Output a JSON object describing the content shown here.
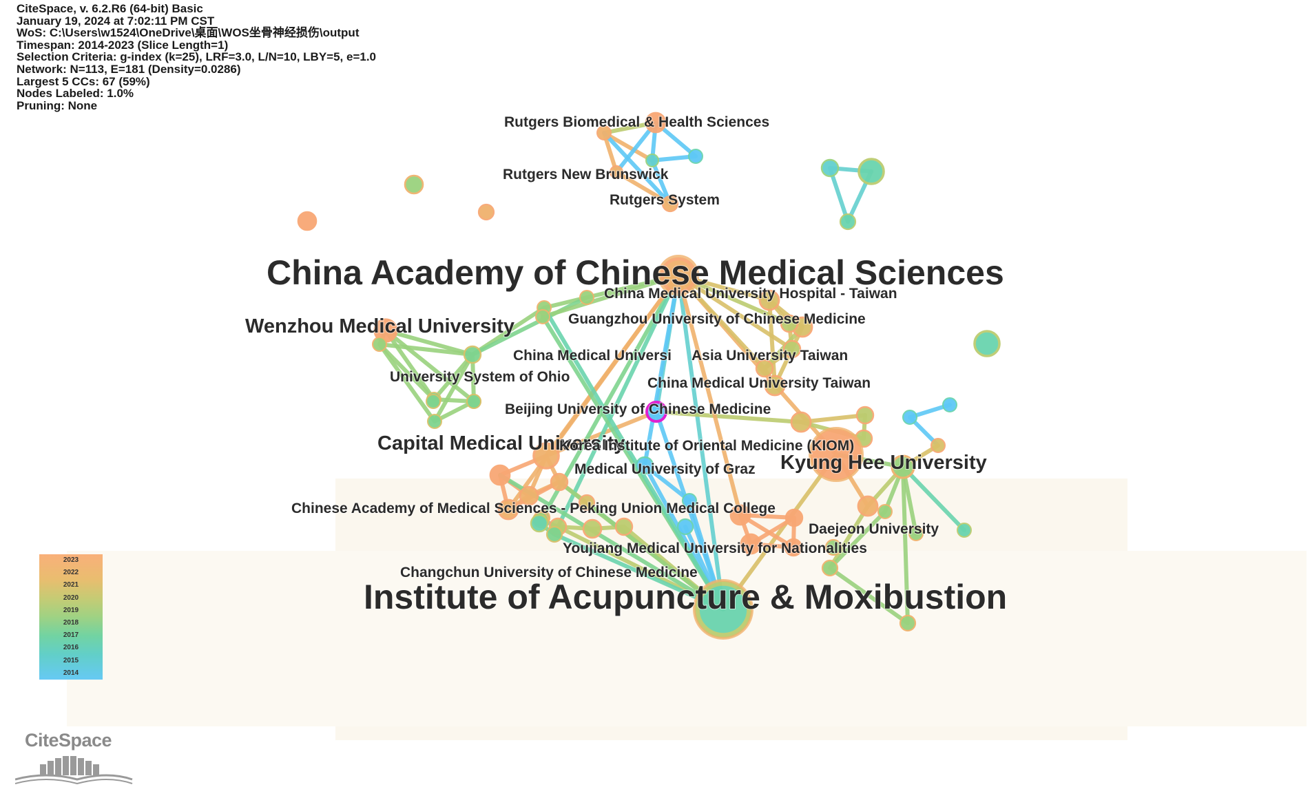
{
  "info_lines": [
    "CiteSpace, v. 6.2.R6 (64-bit) Basic",
    "January 19, 2024 at 7:02:11 PM CST",
    "WoS: C:\\Users\\w1524\\OneDrive\\桌面\\WOS坐骨神经损伤\\output",
    "Timespan: 2014-2023 (Slice Length=1)",
    "Selection Criteria: g-index (k=25), LRF=3.0, L/N=10, LBY=5, e=1.0",
    "Network: N=113, E=181 (Density=0.0286)",
    "Largest 5 CCs: 67 (59%)",
    "Nodes Labeled: 1.0%",
    "Pruning: None"
  ],
  "legend_years": [
    "2023",
    "2022",
    "2021",
    "2020",
    "2019",
    "2018",
    "2017",
    "2016",
    "2015",
    "2014"
  ],
  "year_colors": {
    "2014": "#5ec8f6",
    "2015": "#62ccec",
    "2016": "#64d0cf",
    "2017": "#6ad4ae",
    "2018": "#7fd48f",
    "2019": "#9ad27e",
    "2020": "#bccc70",
    "2021": "#d9c069",
    "2022": "#f0b26d",
    "2023": "#f8a774"
  },
  "highlight_color": "#e020d0",
  "logo_text": "CiteSpace",
  "labels": [
    {
      "id": "rutgers-biomedical",
      "text": "Rutgers Biomedical & Health Sciences",
      "size": "sm"
    },
    {
      "id": "rutgers-new-brunswick",
      "text": "Rutgers New Brunswick",
      "size": "sm"
    },
    {
      "id": "rutgers-system",
      "text": "Rutgers System",
      "size": "sm"
    },
    {
      "id": "china-academy",
      "text": "China Academy of Chinese Medical Sciences",
      "size": "xl"
    },
    {
      "id": "cmu-hospital-taiwan",
      "text": "China Medical University Hospital - Taiwan",
      "size": "sm"
    },
    {
      "id": "wenzhou",
      "text": "Wenzhou Medical University",
      "size": "md"
    },
    {
      "id": "guangzhou",
      "text": "Guangzhou University of Chinese Medicine",
      "size": "sm"
    },
    {
      "id": "cmu-truncated",
      "text": "China Medical Universi",
      "size": "sm"
    },
    {
      "id": "asia-university",
      "text": "Asia University Taiwan",
      "size": "sm"
    },
    {
      "id": "ohio",
      "text": "University System of Ohio",
      "size": "sm"
    },
    {
      "id": "cmu-taiwan",
      "text": "China Medical University Taiwan",
      "size": "sm"
    },
    {
      "id": "beijing",
      "text": "Beijing University of Chinese Medicine",
      "size": "sm"
    },
    {
      "id": "capital",
      "text": "Capital Medical University",
      "size": "md"
    },
    {
      "id": "kiom",
      "text": "Korea Institute of Oriental Medicine (KIOM)",
      "size": "sm"
    },
    {
      "id": "kyung-hee",
      "text": "Kyung Hee University",
      "size": "md"
    },
    {
      "id": "graz",
      "text": "Medical University of Graz",
      "size": "sm"
    },
    {
      "id": "cams-pumc",
      "text": "Chinese Academy of Medical Sciences - Peking Union Medical College",
      "size": "sm"
    },
    {
      "id": "daejeon",
      "text": "Daejeon University",
      "size": "sm"
    },
    {
      "id": "youjiang",
      "text": "Youjiang Medical University for Nationalities",
      "size": "sm"
    },
    {
      "id": "changchun",
      "text": "Changchun University of Chinese Medicine",
      "size": "sm"
    },
    {
      "id": "iam",
      "text": "Institute of Acupuncture & Moxibustion",
      "size": "xl"
    }
  ]
}
